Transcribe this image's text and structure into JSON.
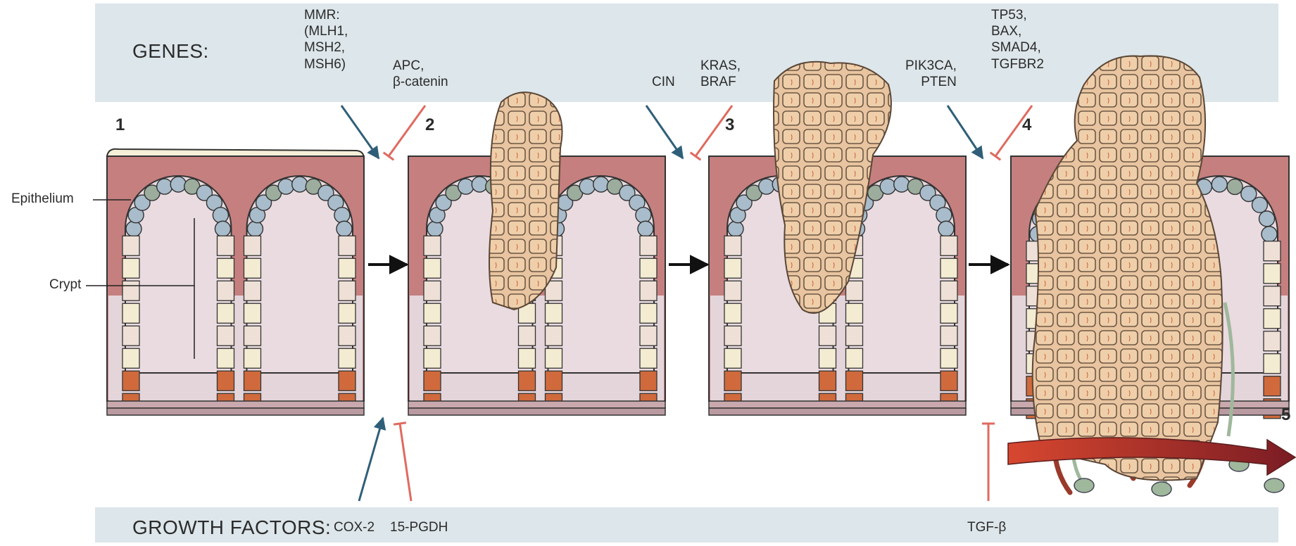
{
  "header": {
    "genes_title": "GENES:",
    "growth_factors_title": "GROWTH FACTORS:"
  },
  "genes": {
    "mmr": "MMR:\n(MLH1,\nMSH2,\nMSH6)",
    "apc": "APC,\nβ-catenin",
    "cin": "CIN",
    "kras": "KRAS,\nBRAF",
    "pik3ca": "PIK3CA,\nPTEN",
    "tp53": "TP53,\nBAX,\nSMAD4,\nTGFBR2"
  },
  "growth_factors": {
    "cox2": "COX-2",
    "pgdh": "15-PGDH",
    "tgfb": "TGF-β"
  },
  "stages": [
    "1",
    "2",
    "3",
    "4",
    "5"
  ],
  "labels": {
    "epithelium": "Epithelium",
    "crypt": "Crypt"
  },
  "colors": {
    "band": "#dde6ea",
    "promote_arrow": "#2f5f78",
    "inhibit_arrow": "#e06a5f",
    "lamina": "#c57f7f",
    "stroma": "#e4d5da",
    "tumor": "#e8c4a0",
    "vessel": "#9a3a2a",
    "nerve": "#9fb89c"
  }
}
